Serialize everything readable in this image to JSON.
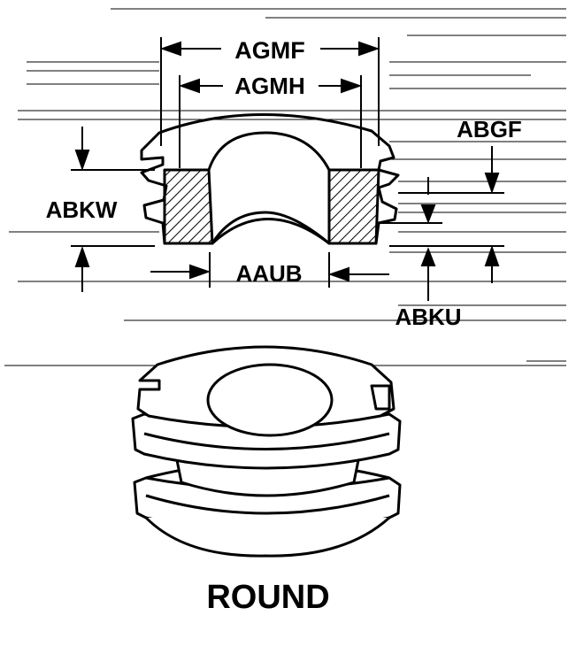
{
  "labels": {
    "agmf": "AGMF",
    "agmh": "AGMH",
    "abgf": "ABGF",
    "abkw": "ABKW",
    "aaub": "AAUB",
    "abku": "ABKU"
  },
  "caption": "ROUND",
  "colors": {
    "ink": "#000000",
    "paper": "#ffffff"
  }
}
